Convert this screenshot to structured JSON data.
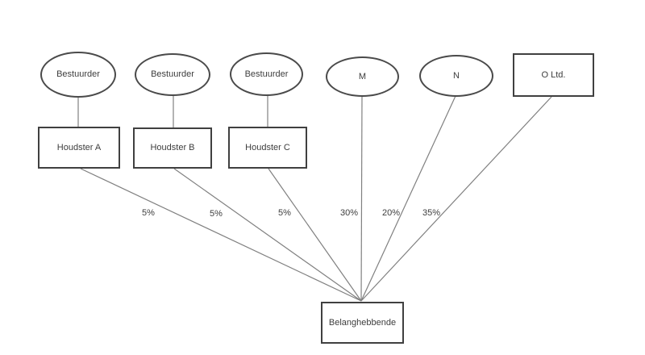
{
  "diagram": {
    "title": "ownership-structure-diagram",
    "nodes": {
      "bestuurder_1": {
        "label": "Bestuurder",
        "shape": "ellipse"
      },
      "bestuurder_2": {
        "label": "Bestuurder",
        "shape": "ellipse"
      },
      "bestuurder_3": {
        "label": "Bestuurder",
        "shape": "ellipse"
      },
      "m": {
        "label": "M",
        "shape": "ellipse"
      },
      "n": {
        "label": "N",
        "shape": "ellipse"
      },
      "o_ltd": {
        "label": "O Ltd.",
        "shape": "rectangle"
      },
      "houdster_a": {
        "label": "Houdster A",
        "shape": "rectangle"
      },
      "houdster_b": {
        "label": "Houdster B",
        "shape": "rectangle"
      },
      "houdster_c": {
        "label": "Houdster C",
        "shape": "rectangle"
      },
      "belanghebbende": {
        "label": "Belanghebbende",
        "shape": "rectangle"
      }
    },
    "edges": [
      {
        "from": "bestuurder_1",
        "to": "houdster_a",
        "label": ""
      },
      {
        "from": "bestuurder_2",
        "to": "houdster_b",
        "label": ""
      },
      {
        "from": "bestuurder_3",
        "to": "houdster_c",
        "label": ""
      },
      {
        "from": "houdster_a",
        "to": "belanghebbende",
        "label": "5%"
      },
      {
        "from": "houdster_b",
        "to": "belanghebbende",
        "label": "5%"
      },
      {
        "from": "houdster_c",
        "to": "belanghebbende",
        "label": "5%"
      },
      {
        "from": "m",
        "to": "belanghebbende",
        "label": "30%"
      },
      {
        "from": "n",
        "to": "belanghebbende",
        "label": "20%"
      },
      {
        "from": "o_ltd",
        "to": "belanghebbende",
        "label": "35%"
      }
    ],
    "edge_labels": {
      "houdster_a": "5%",
      "houdster_b": "5%",
      "houdster_c": "5%",
      "m": "30%",
      "n": "20%",
      "o_ltd": "35%"
    },
    "colors": {
      "background": "#ffffff",
      "shape_border": "#404040",
      "connector_line": "#808080",
      "text": "#3d3d3d"
    }
  }
}
